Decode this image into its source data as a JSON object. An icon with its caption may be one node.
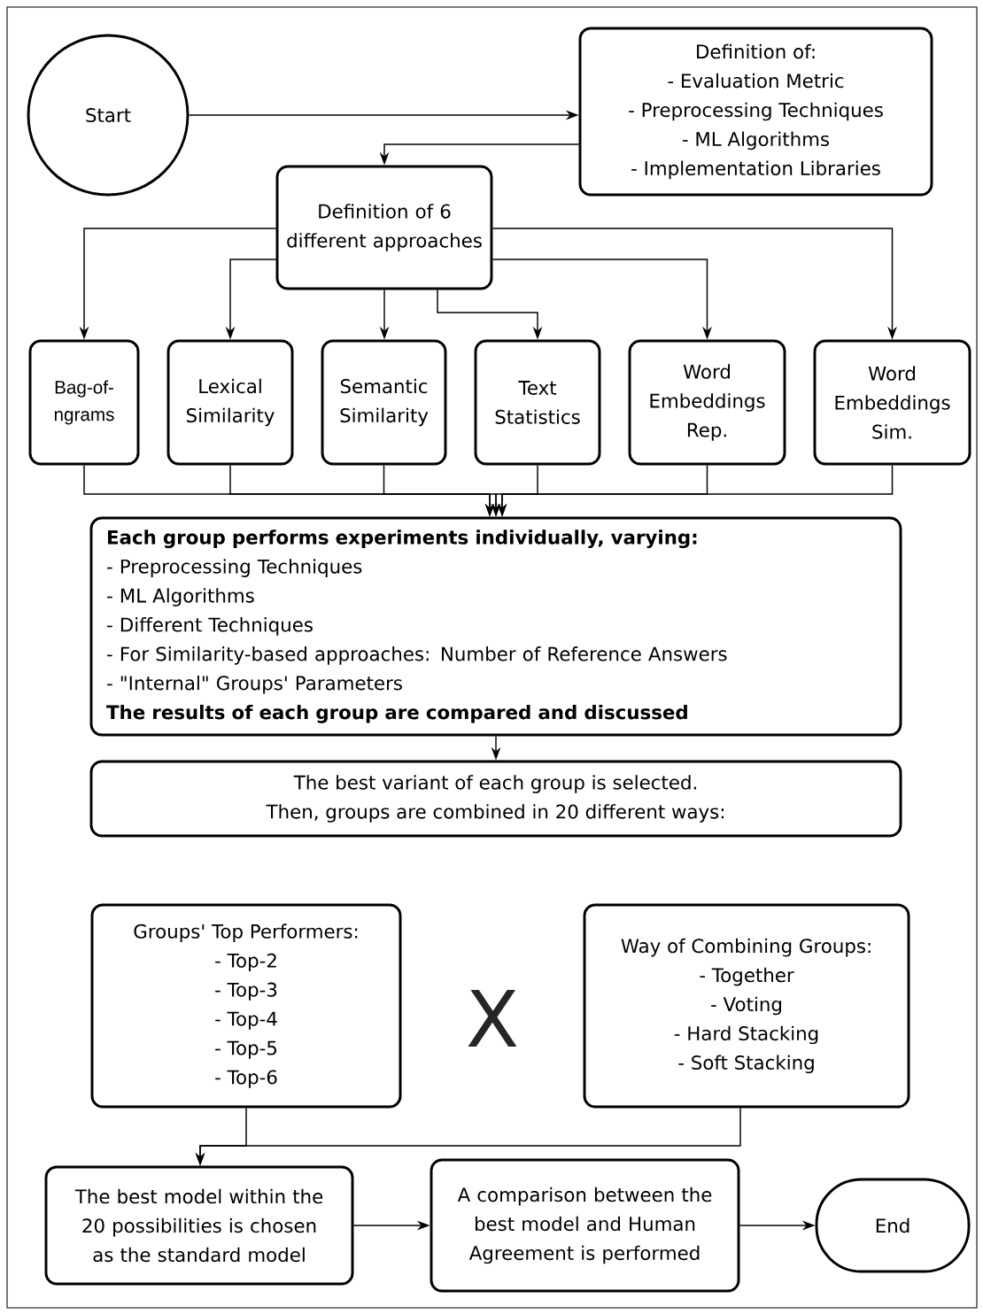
{
  "diagram": {
    "nodes": [
      {
        "text": [
          "Start"
        ]
      },
      {
        "text": [
          "Definition of:",
          "- Evaluation Metric",
          "- Preprocessing Techniques",
          "- ML Algorithms",
          "- Implementation Libraries"
        ]
      },
      {
        "text": [
          "Definition of 6 different approaches"
        ]
      },
      {
        "text": [
          "Bag-of-ngrams"
        ]
      },
      {
        "text": [
          "Lexical Similarity"
        ]
      },
      {
        "text": [
          "Semantic Similarity"
        ]
      },
      {
        "text": [
          "Text Statistics"
        ]
      },
      {
        "text": [
          "Word Embeddings Rep."
        ]
      },
      {
        "text": [
          "Word Embeddings Sim."
        ]
      },
      {
        "text": [
          "Each group performs experiments individually, varying:",
          "- Preprocessing Techniques",
          "- ML Algorithms",
          "- Different Techniques",
          "- For Similarity-based approaches: Number of Reference Answers",
          "- \"Internal\" Groups' Parameters",
          "The results of each group are compared and discussed"
        ]
      },
      {
        "text": [
          "The best variant of each group is selected.",
          "Then, groups are combined in 20 different ways:"
        ]
      },
      {
        "text": [
          "Groups' Top Performers:",
          "- Top-2",
          "- Top-3",
          "- Top-4",
          "- Top-5",
          "- Top-6"
        ]
      },
      {
        "text": [
          "Way of Combining Groups:",
          "- Together",
          "- Voting",
          "- Hard Stacking",
          "- Soft Stacking"
        ]
      },
      {
        "text": [
          "The best model within the 20 possibilities is chosen as the standard model"
        ]
      },
      {
        "text": [
          "A comparison between the best model and Human Agreement is performed"
        ]
      },
      {
        "text": [
          "End"
        ]
      }
    ],
    "edges": [
      {
        "from": 0,
        "to": 1,
        "arrow": "to"
      },
      {
        "from": 1,
        "to": 2,
        "arrow": "to"
      },
      {
        "from": 2,
        "to": 3,
        "arrow": "to"
      },
      {
        "from": 2,
        "to": 4,
        "arrow": "to"
      },
      {
        "from": 2,
        "to": 5,
        "arrow": "to"
      },
      {
        "from": 2,
        "to": 6,
        "arrow": "to"
      },
      {
        "from": 2,
        "to": 7,
        "arrow": "to"
      },
      {
        "from": 2,
        "to": 8,
        "arrow": "to"
      },
      {
        "from": 3,
        "to": 9,
        "arrow": "to"
      },
      {
        "from": 4,
        "to": 9,
        "arrow": "to"
      },
      {
        "from": 5,
        "to": 9,
        "arrow": "to"
      },
      {
        "from": 6,
        "to": 9,
        "arrow": "to"
      },
      {
        "from": 7,
        "to": 9,
        "arrow": "to"
      },
      {
        "from": 8,
        "to": 9,
        "arrow": "to"
      },
      {
        "from": 9,
        "to": 10,
        "arrow": "to"
      },
      {
        "from": 11,
        "to": 13,
        "arrow": "to"
      },
      {
        "from": 12,
        "to": 13,
        "arrow": "to"
      },
      {
        "from": 13,
        "to": 14,
        "arrow": "to"
      },
      {
        "from": 14,
        "to": 15,
        "arrow": "to"
      }
    ],
    "labels": [
      "X"
    ]
  }
}
